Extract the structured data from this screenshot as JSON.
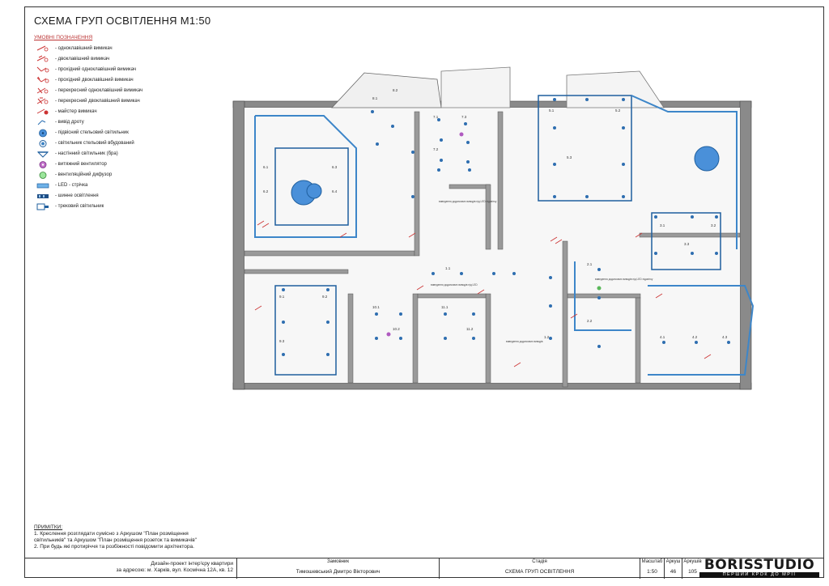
{
  "title": "СХЕМА ГРУП ОСВІТЛЕННЯ М1:50",
  "legend": {
    "heading": "УМОВНІ ПОЗНАЧЕННЯ",
    "items": [
      {
        "label": "- одноклавішний вимикач",
        "icon": "single-switch-icon"
      },
      {
        "label": "- двоклавішний вимикач",
        "icon": "double-switch-icon"
      },
      {
        "label": "- прохідний одноклавішний вимикач",
        "icon": "pass-single-switch-icon"
      },
      {
        "label": "- прохідний двоклавішний вимикач",
        "icon": "pass-double-switch-icon"
      },
      {
        "label": "- перехресний одноклавішний вимикач",
        "icon": "cross-single-switch-icon"
      },
      {
        "label": "- перехресний двоклавішний вимикач",
        "icon": "cross-double-switch-icon"
      },
      {
        "label": "- майстер вимикач",
        "icon": "master-switch-icon"
      },
      {
        "label": "- вивід дроту",
        "icon": "wire-outlet-icon"
      },
      {
        "label": "- підвісний стельовий світильник",
        "icon": "pendant-lamp-icon"
      },
      {
        "label": "- світильник стельовий вбудований",
        "icon": "recessed-lamp-icon"
      },
      {
        "label": "- настінний світильник (бра)",
        "icon": "wall-lamp-icon"
      },
      {
        "label": "- витяжний вентилятор",
        "icon": "exhaust-fan-icon"
      },
      {
        "label": "- вентиляційний дифузор",
        "icon": "diffuser-icon"
      },
      {
        "label": "- LED - стрічка",
        "icon": "led-strip-icon"
      },
      {
        "label": "- шинне освітлення",
        "icon": "bus-lighting-icon"
      },
      {
        "label": "- трековий світильник",
        "icon": "track-light-icon"
      }
    ]
  },
  "notes": {
    "heading": "ПРИМІТКИ:",
    "lines": [
      "1. Креслення розглядати сумісно з Аркушом \"План розміщення",
      "світильників\" та Аркушом \"План розміщення розеток та вимикачів\"",
      "2. При будь які протиріччя та розбіжності повідомити архітектора."
    ]
  },
  "title_block": {
    "project_line1": "Дизайн-проект інтер'єру квартири",
    "project_line2": "за адресою: м. Харків, вул. Космічна 12А, кв. 12",
    "client_header": "Замовник",
    "client_value": "Тимошевський Дмитро Вікторович",
    "stage_header": "Стадія",
    "stage_value": "СХЕМА ГРУП ОСВІТЛЕННЯ",
    "scale_header": "Масштаб",
    "scale_value": "1:50",
    "sheet_header": "Аркуш",
    "sheet_value": "46",
    "sheets_header": "Аркушів",
    "sheets_value": "105",
    "brand_name": "BORISSTUDIO",
    "brand_slogan": "ПЕРШИЙ КРОК ДО МРІЇ"
  },
  "plan_labels": {
    "r1_a": "6.1",
    "r1_b": "6.2",
    "r1_c": "6.3",
    "r1_d": "6.4",
    "r2_a": "7.1",
    "r2_b": "7.2",
    "r2_c": "7.3",
    "r3_a": "5.1",
    "r3_b": "5.2",
    "r3_c": "5.3",
    "r4_a": "3.1",
    "r4_b": "3.2",
    "r4_c": "3.3",
    "r5_a": "9.1",
    "r5_b": "9.2",
    "r5_c": "9.3",
    "r6_a": "10.1",
    "r6_b": "10.2",
    "r7_a": "11.1",
    "r7_b": "11.2",
    "r8_a": "1.1",
    "r8_b": "1.2",
    "r9_a": "2.1",
    "r9_b": "2.2",
    "r10_a": "4.1",
    "r10_b": "4.2",
    "r10_c": "4.3",
    "r11_a": "8.1",
    "r11_b": "8.2",
    "note_a": "виведення додаткових виводів під LED підсвітку",
    "note_b": "виведення додаткових виводів під LED",
    "note_c": "виведення додаткових виводів",
    "note_d": "виведення додаткових виводів під LED підсвітку"
  }
}
